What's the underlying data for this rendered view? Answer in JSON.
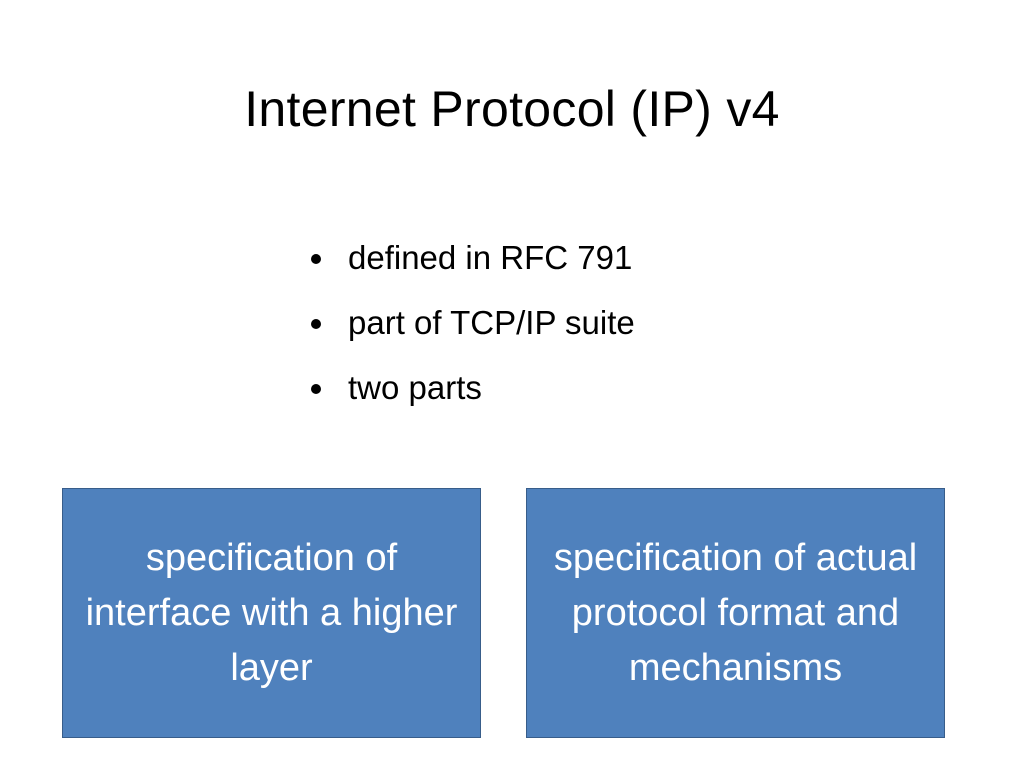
{
  "slide": {
    "title": "Internet Protocol (IP) v4",
    "bullets": [
      "defined in RFC 791",
      "part of TCP/IP suite",
      "two parts"
    ],
    "boxes": [
      "specification of interface with a higher layer",
      "specification of actual protocol format and mechanisms"
    ],
    "colors": {
      "box_fill": "#4f81bd",
      "box_border": "#385d8a",
      "box_text": "#ffffff",
      "text": "#000000"
    }
  }
}
